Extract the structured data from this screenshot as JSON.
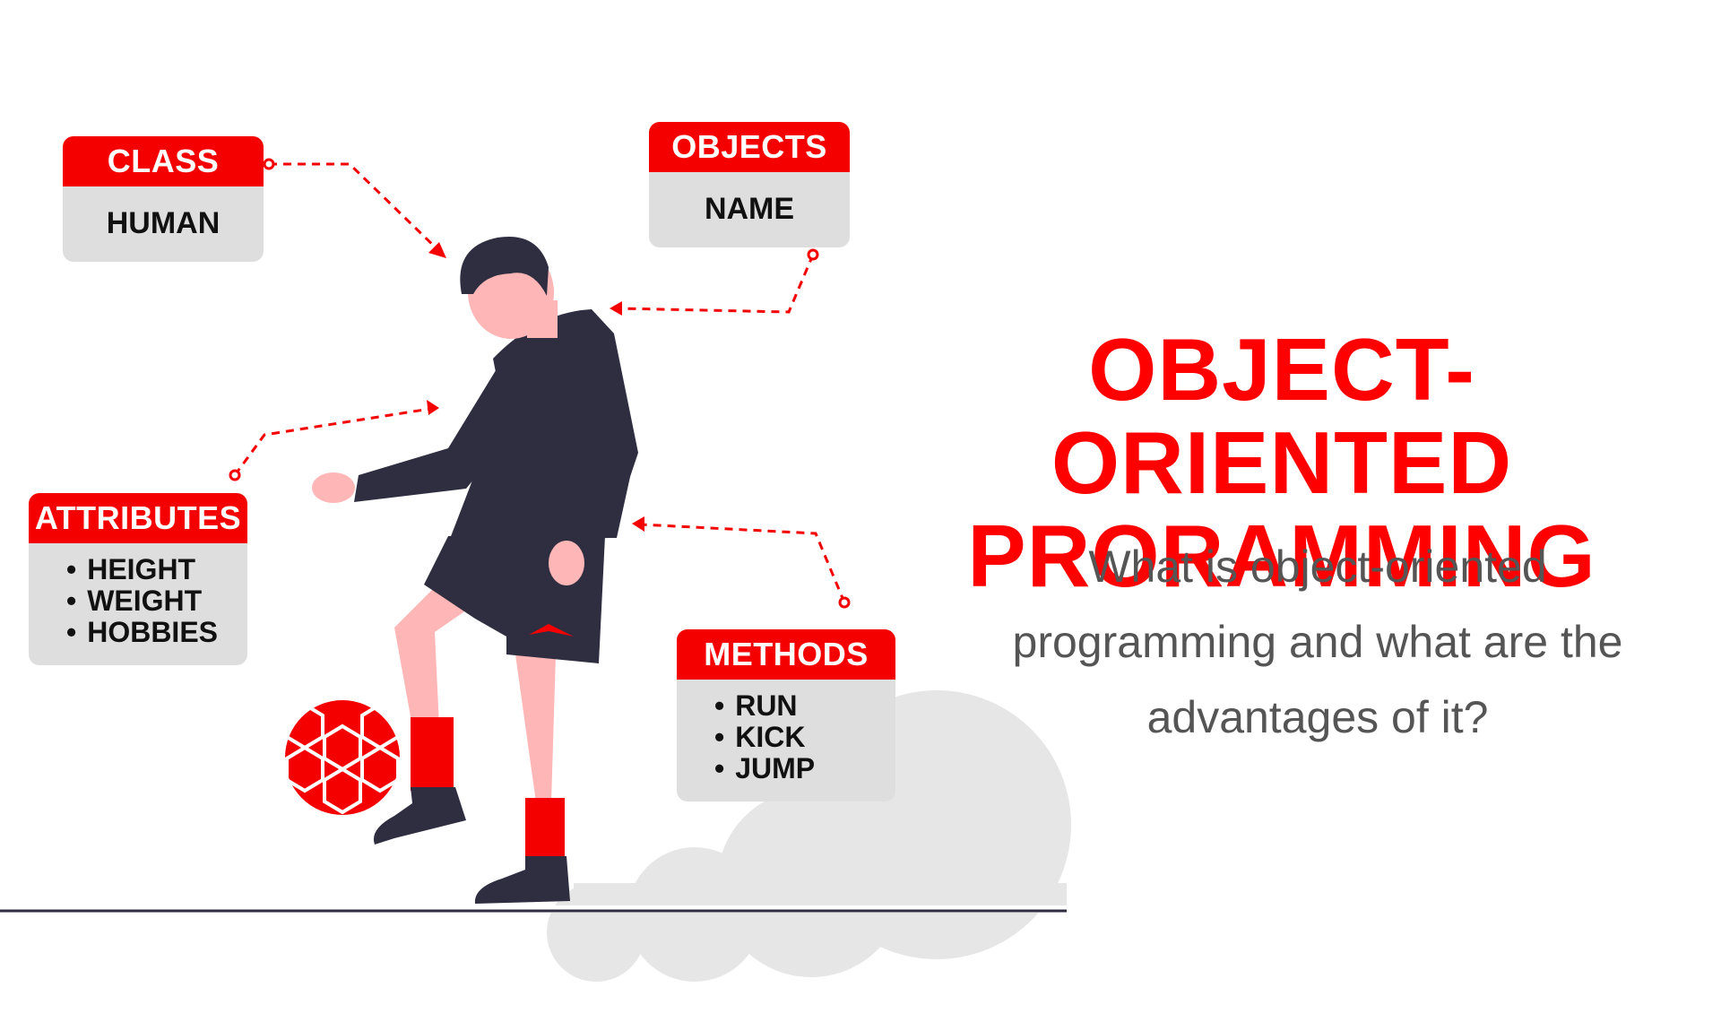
{
  "colors": {
    "accent": "#f50000",
    "card_bg": "#dedede",
    "figure_dark": "#2f2e41",
    "skin": "#ffb6b6",
    "cloud": "#e6e6e6"
  },
  "cards": {
    "class": {
      "header": "CLASS",
      "value": "HUMAN"
    },
    "objects": {
      "header": "OBJECTS",
      "value": "NAME"
    },
    "attributes": {
      "header": "ATTRIBUTES",
      "items": [
        "HEIGHT",
        "WEIGHT",
        "HOBBIES"
      ]
    },
    "methods": {
      "header": "METHODS",
      "items": [
        "RUN",
        "KICK",
        "JUMP"
      ]
    }
  },
  "title": {
    "line1": "OBJECT-ORIENTED",
    "line2": "PRORAMMING"
  },
  "subtitle": "What is object-oriented programming and what are the advantages of it?",
  "illustration": {
    "figure": "soccer-player-illustration",
    "ball": "soccer-ball-icon"
  }
}
